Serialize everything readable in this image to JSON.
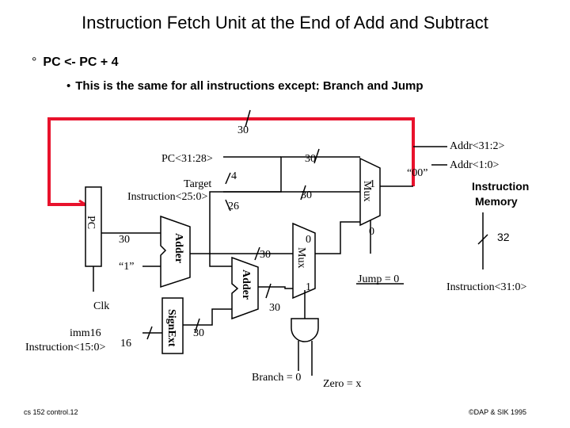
{
  "title": "Instruction Fetch Unit at the End of Add and Subtract",
  "bullets": {
    "b1_marker": "°",
    "b1_text": "PC <- PC + 4",
    "b2_marker": "•",
    "b2_text": "This is the same for all instructions except: Branch and Jump"
  },
  "diagram": {
    "top_bus_width": "30",
    "pc_label": "PC",
    "pc_upper": "PC<31:28>",
    "bus30_a": "30",
    "target_label": "Target",
    "target_field": "Instruction<25:0>",
    "w4": "4",
    "w26": "26",
    "bus30_b": "30",
    "mux1_label": "Mux",
    "mux1_in1": "1",
    "mux1_in0": "0",
    "const00": "“00”",
    "addr_hi": "Addr<31:2>",
    "addr_lo": "Addr<1:0>",
    "imem_line1": "Instruction",
    "imem_line2": "Memory",
    "w32": "32",
    "instr_out": "Instruction<31:0>",
    "pc_out_width": "30",
    "adder_label": "Adder",
    "const1": "“1”",
    "clk_label": "Clk",
    "bus30_c": "30",
    "mux2_label": "Mux",
    "mux2_in0": "0",
    "mux2_in1": "1",
    "jump_label": "Jump = 0",
    "bus30_d": "30",
    "imm_label": "imm16",
    "imm_field": "Instruction<15:0>",
    "w16": "16",
    "signext_label": "SignExt",
    "bus30_e": "30",
    "branch_label": "Branch = 0",
    "zero_label": "Zero = x"
  },
  "colors": {
    "feedback_bus": "#e8122c",
    "ink": "#000000"
  },
  "footer": {
    "left": "cs 152 control.12",
    "right": "©DAP & SIK 1995"
  }
}
